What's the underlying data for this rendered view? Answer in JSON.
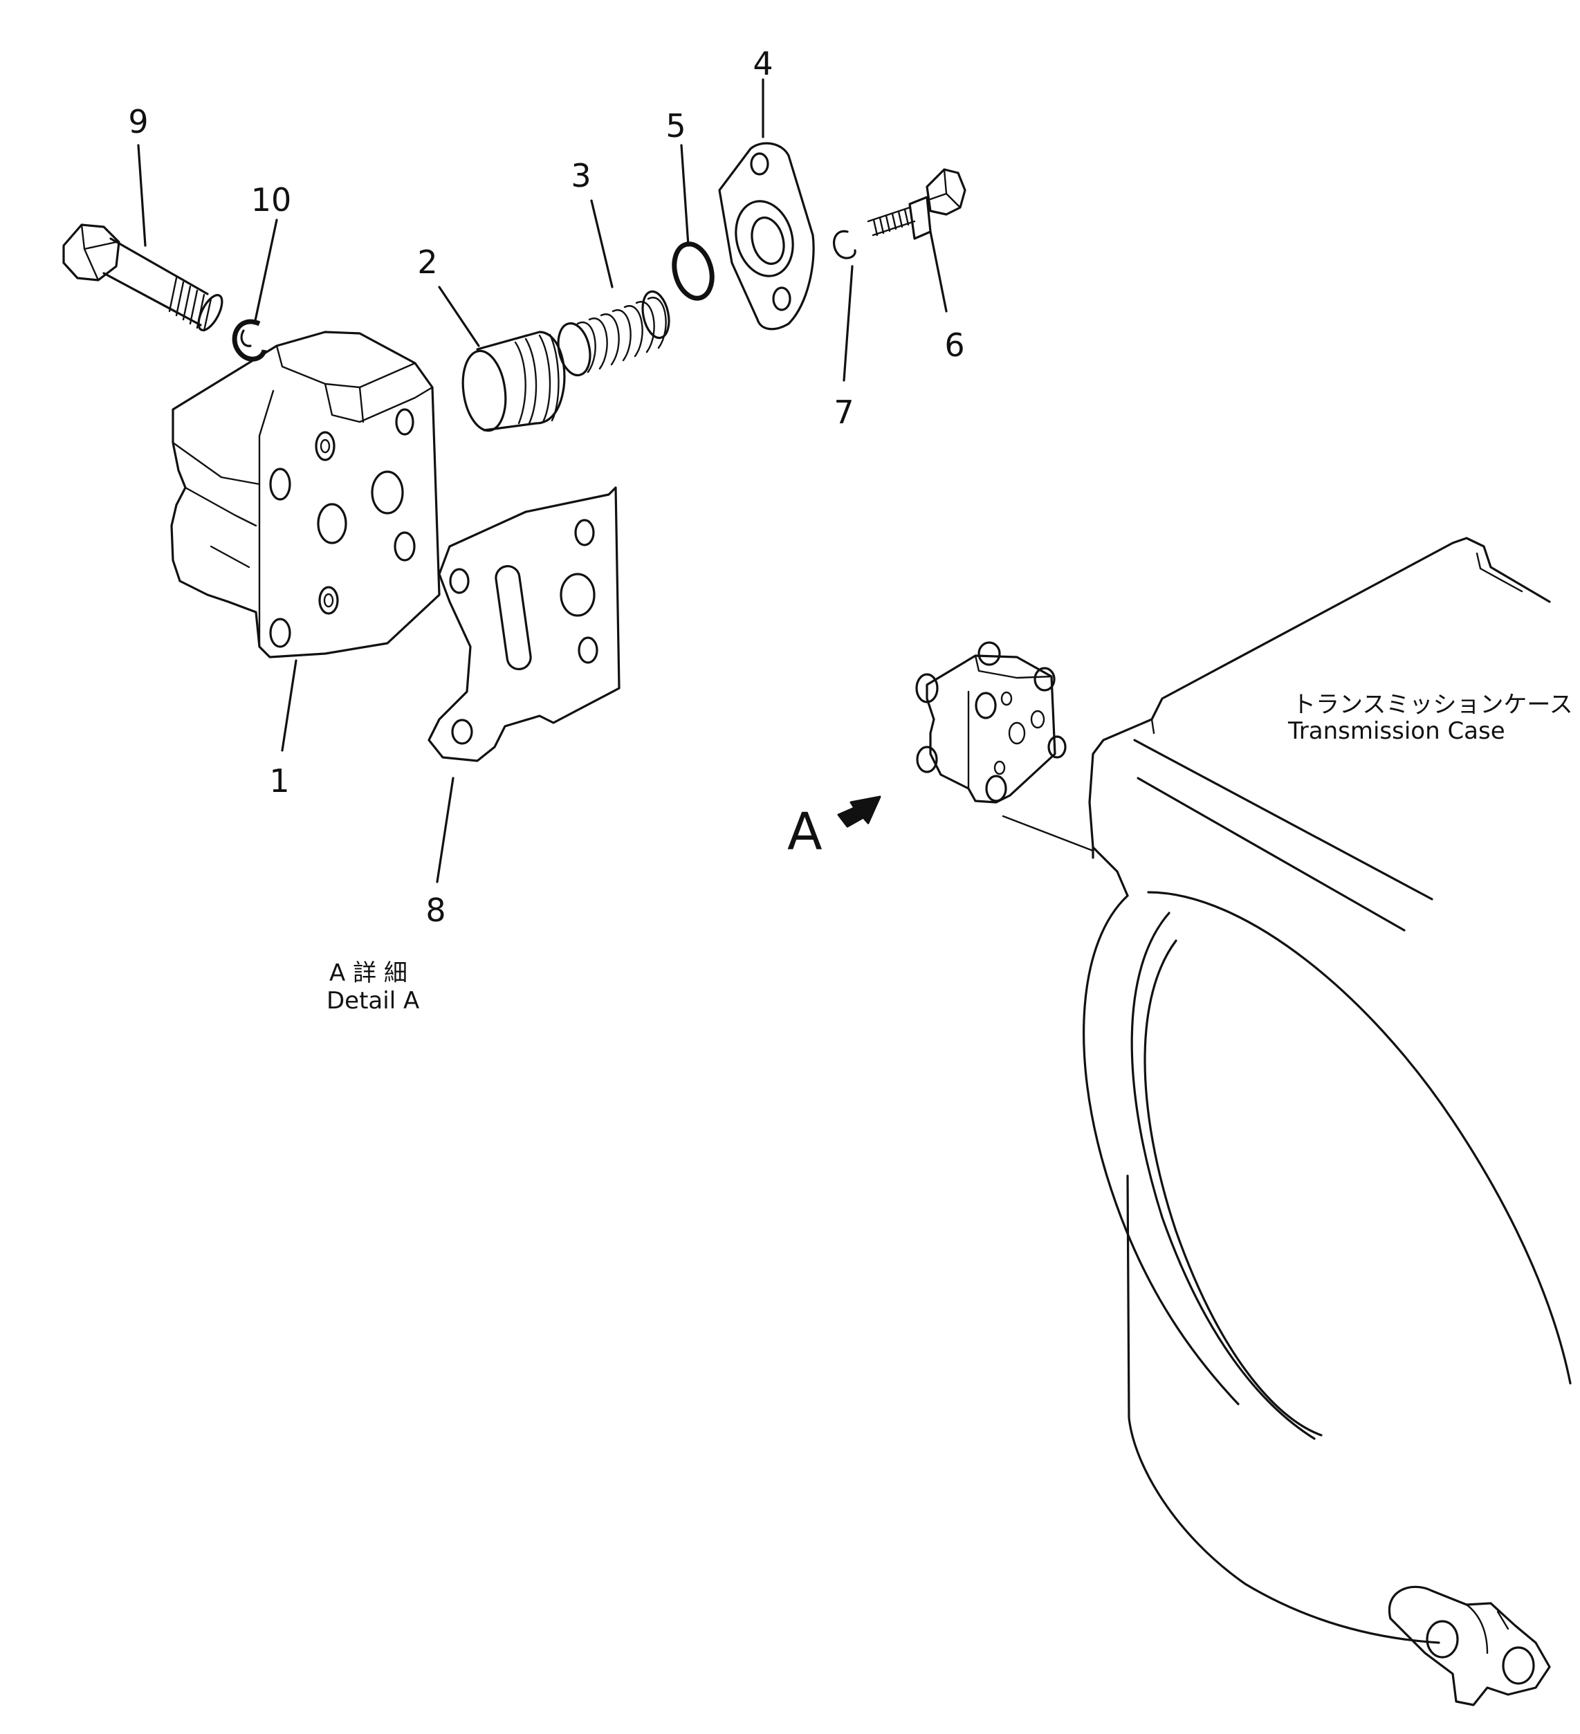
{
  "callouts": [
    {
      "id": "1",
      "label": "1"
    },
    {
      "id": "2",
      "label": "2"
    },
    {
      "id": "3",
      "label": "3"
    },
    {
      "id": "4",
      "label": "4"
    },
    {
      "id": "5",
      "label": "5"
    },
    {
      "id": "6",
      "label": "6"
    },
    {
      "id": "7",
      "label": "7"
    },
    {
      "id": "8",
      "label": "8"
    },
    {
      "id": "9",
      "label": "9"
    },
    {
      "id": "10",
      "label": "10"
    }
  ],
  "detail_caption": {
    "jp": "A 詳 細",
    "en": "Detail A"
  },
  "view_marker": "A",
  "case_caption": {
    "jp": "トランスミッションケース",
    "en": "Transmission Case"
  }
}
